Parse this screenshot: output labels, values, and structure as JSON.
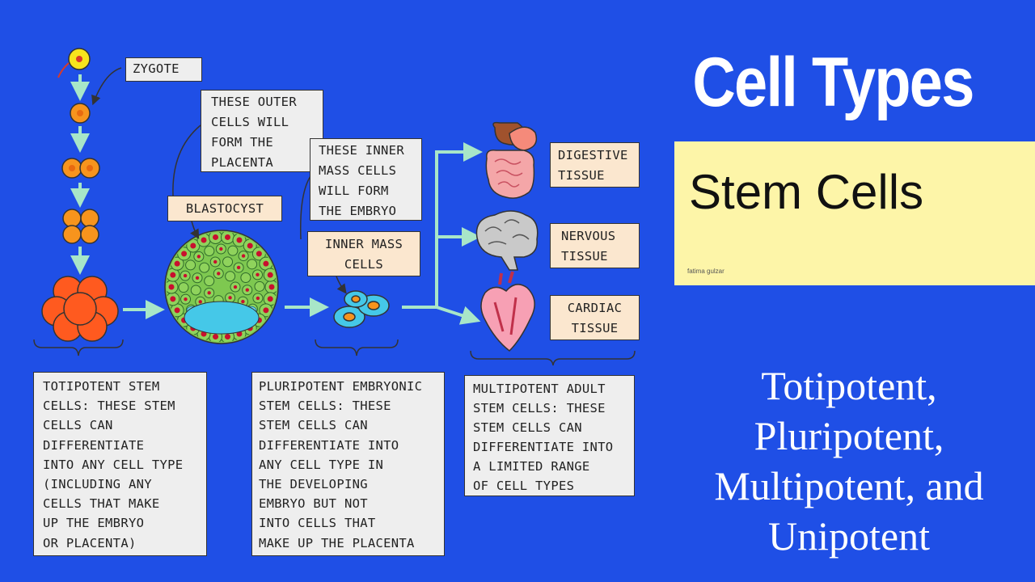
{
  "title": "Cell Types",
  "subtitle": "Stem Cells",
  "author": "fatima gulzar",
  "potency_text": "Totipotent,\nPluripotent,\nMultipotent, and\nUnipotent",
  "labels": {
    "zygote": "ZYGOTE",
    "outer_cells": "THESE OUTER\nCELLS WILL\nFORM THE\nPLACENTA",
    "inner_cells": "THESE INNER\nMASS CELLS\nWILL FORM\nTHE EMBRYO",
    "blastocyst": "BLASTOCYST",
    "inner_mass": "INNER MASS\nCELLS",
    "digestive": "DIGESTIVE\nTISSUE",
    "nervous": "NERVOUS\nTISSUE",
    "cardiac": "CARDIAC\nTISSUE"
  },
  "descriptions": {
    "totipotent": "TOTIPOTENT STEM\nCELLS: THESE STEM\nCELLS CAN\nDIFFERENTIATE\nINTO ANY CELL TYPE\n(INCLUDING ANY\nCELLS THAT MAKE\nUP THE EMBRYO\nOR PLACENTA)",
    "pluripotent": "PLURIPOTENT EMBRYONIC\nSTEM CELLS: THESE\nSTEM CELLS CAN\nDIFFERENTIATE INTO\nANY CELL TYPE IN\nTHE DEVELOPING\nEMBRYO BUT NOT\nINTO CELLS THAT\nMAKE UP THE PLACENTA",
    "multipotent": "MULTIPOTENT ADULT\nSTEM CELLS: THESE\nSTEM CELLS CAN\nDIFFERENTIATE INTO\nA LIMITED RANGE\nOF CELL TYPES"
  },
  "icons": [
    "zygote-cell-icon",
    "two-cell-icon",
    "four-cell-icon",
    "eight-cell-icon",
    "morula-icon",
    "blastocyst-icon",
    "inner-mass-cells-icon",
    "digestive-organs-icon",
    "brain-icon",
    "heart-icon"
  ],
  "colors": {
    "background": "#1f4fe6",
    "arrow": "#a8e6c8",
    "label_box": "#fbe7cf",
    "description_box": "#eeeeee",
    "subtitle_box": "#fdf5a8",
    "cell_orange": "#f7941d",
    "morula_red": "#ff5a1f",
    "blastocyst_green": "#7ec850",
    "inner_cell_cyan": "#45c8e8"
  }
}
